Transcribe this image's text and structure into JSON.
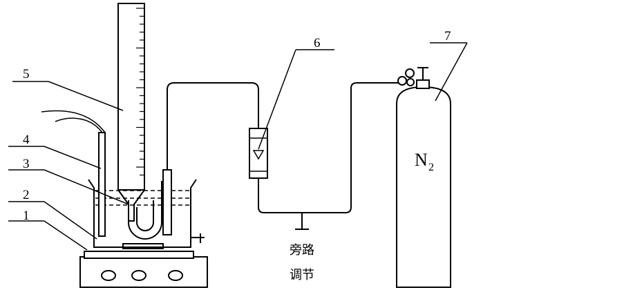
{
  "labels": {
    "l1": "1",
    "l2": "2",
    "l3": "3",
    "l4": "4",
    "l5": "5",
    "l6": "6",
    "l7": "7"
  },
  "bypass": {
    "line1": "旁路",
    "line2": "调节"
  },
  "gas": {
    "symbol": "N",
    "subscript": "2"
  }
}
